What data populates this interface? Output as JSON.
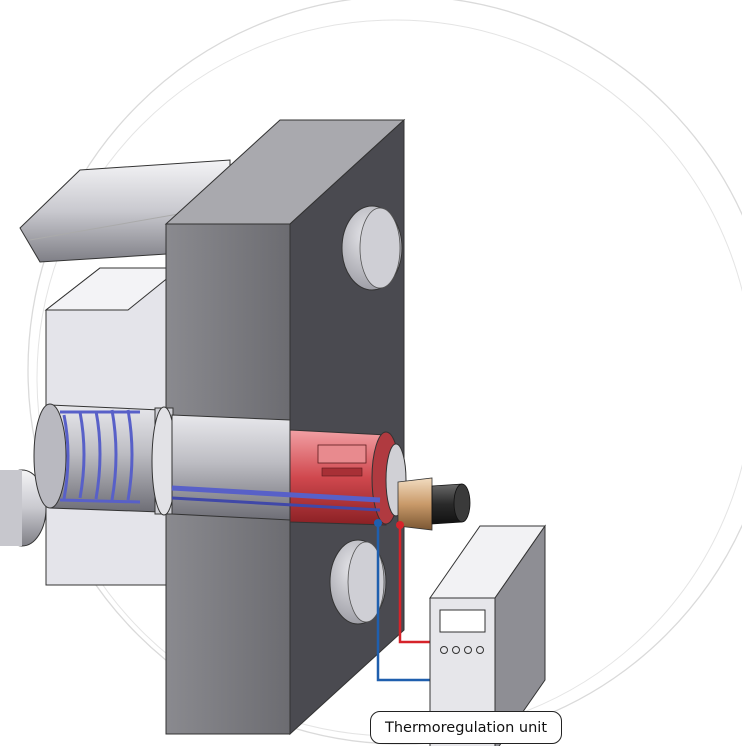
{
  "caption": {
    "text": "Thermoregulation unit"
  },
  "colors": {
    "hot_line": "#d6232a",
    "cold_line": "#1f5fae",
    "cooling_channel": "#5860c8",
    "heated_section": "#c94a4f",
    "mold_plate": "#7a7a7e",
    "background_ring": "#d8d8d8"
  },
  "icons": {
    "unit_buttons": [
      "indicator-circle",
      "indicator-circle",
      "indicator-circle",
      "indicator-circle"
    ],
    "unit_display": "lcd-display"
  }
}
